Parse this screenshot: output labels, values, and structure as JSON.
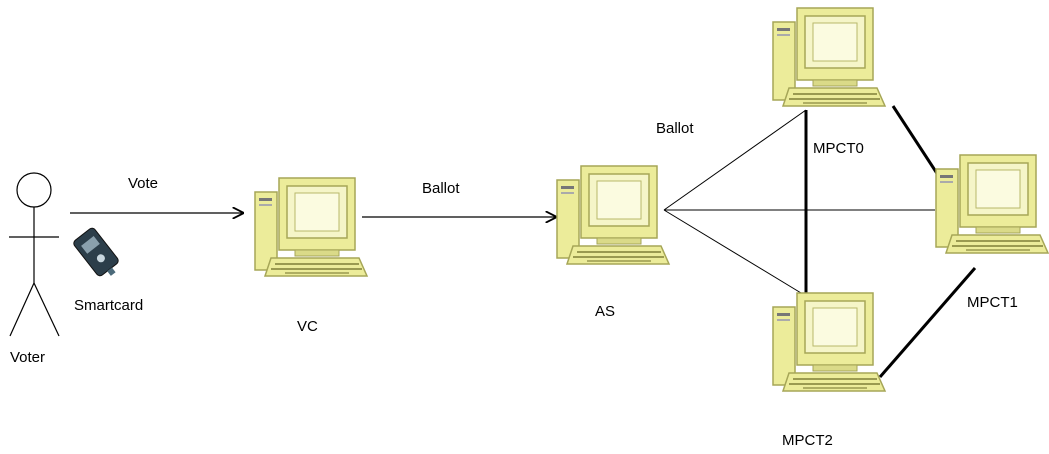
{
  "labels": {
    "voter": "Voter",
    "smartcard": "Smartcard",
    "vote": "Vote",
    "ballot_vc_as": "Ballot",
    "ballot_as_mpct": "Ballot",
    "vc": "VC",
    "as": "AS",
    "mpct0": "MPCT0",
    "mpct1": "MPCT1",
    "mpct2": "MPCT2"
  },
  "colors": {
    "case": "#ecec9a",
    "case_dark": "#a6a657",
    "screen": "#f5f5c8",
    "line": "#000000",
    "card": "#2c3e4a"
  },
  "icons": {
    "voter": "stick-figure-icon",
    "smartcard": "smartcard-icon",
    "computer": "desktop-computer-icon"
  }
}
